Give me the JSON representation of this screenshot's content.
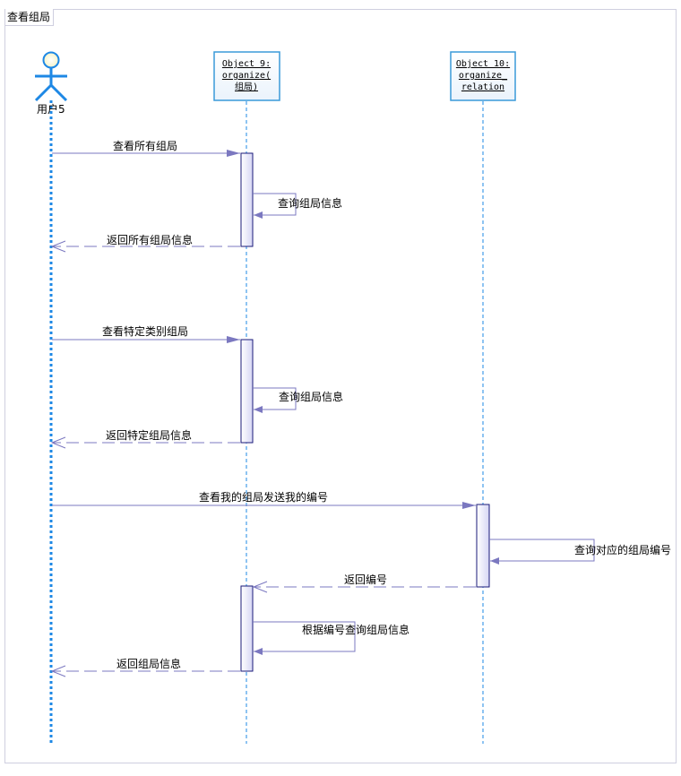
{
  "frame": {
    "title": "查看组局"
  },
  "colors": {
    "lifeline": "#1e88e5",
    "message": "#7b78c0",
    "activation_border": "#1a1a7a",
    "object_border": "#3a9ad9"
  },
  "participants": [
    {
      "id": "user",
      "kind": "actor",
      "label": "用户5"
    },
    {
      "id": "obj9",
      "kind": "object",
      "lines": [
        "Object 9:",
        "organize(",
        "组局)"
      ]
    },
    {
      "id": "obj10",
      "kind": "object",
      "lines": [
        "Object 10:",
        "organize_",
        "relation"
      ]
    }
  ],
  "messages": [
    {
      "from": "user",
      "to": "obj9",
      "type": "sync",
      "label": "查看所有组局"
    },
    {
      "from": "obj9",
      "to": "obj9",
      "type": "self",
      "label": "查询组局信息"
    },
    {
      "from": "obj9",
      "to": "user",
      "type": "return",
      "label": "返回所有组局信息"
    },
    {
      "from": "user",
      "to": "obj9",
      "type": "sync",
      "label": "查看特定类别组局"
    },
    {
      "from": "obj9",
      "to": "obj9",
      "type": "self",
      "label": "查询组局信息"
    },
    {
      "from": "obj9",
      "to": "user",
      "type": "return",
      "label": "返回特定组局信息"
    },
    {
      "from": "user",
      "to": "obj10",
      "type": "sync",
      "label": "查看我的组局发送我的编号"
    },
    {
      "from": "obj10",
      "to": "obj10",
      "type": "self",
      "label": "查询对应的组局编号"
    },
    {
      "from": "obj10",
      "to": "obj9",
      "type": "return",
      "label": "返回编号"
    },
    {
      "from": "obj9",
      "to": "obj9",
      "type": "self",
      "label": "根据编号查询组局信息"
    },
    {
      "from": "obj9",
      "to": "user",
      "type": "return",
      "label": "返回组局信息"
    }
  ]
}
